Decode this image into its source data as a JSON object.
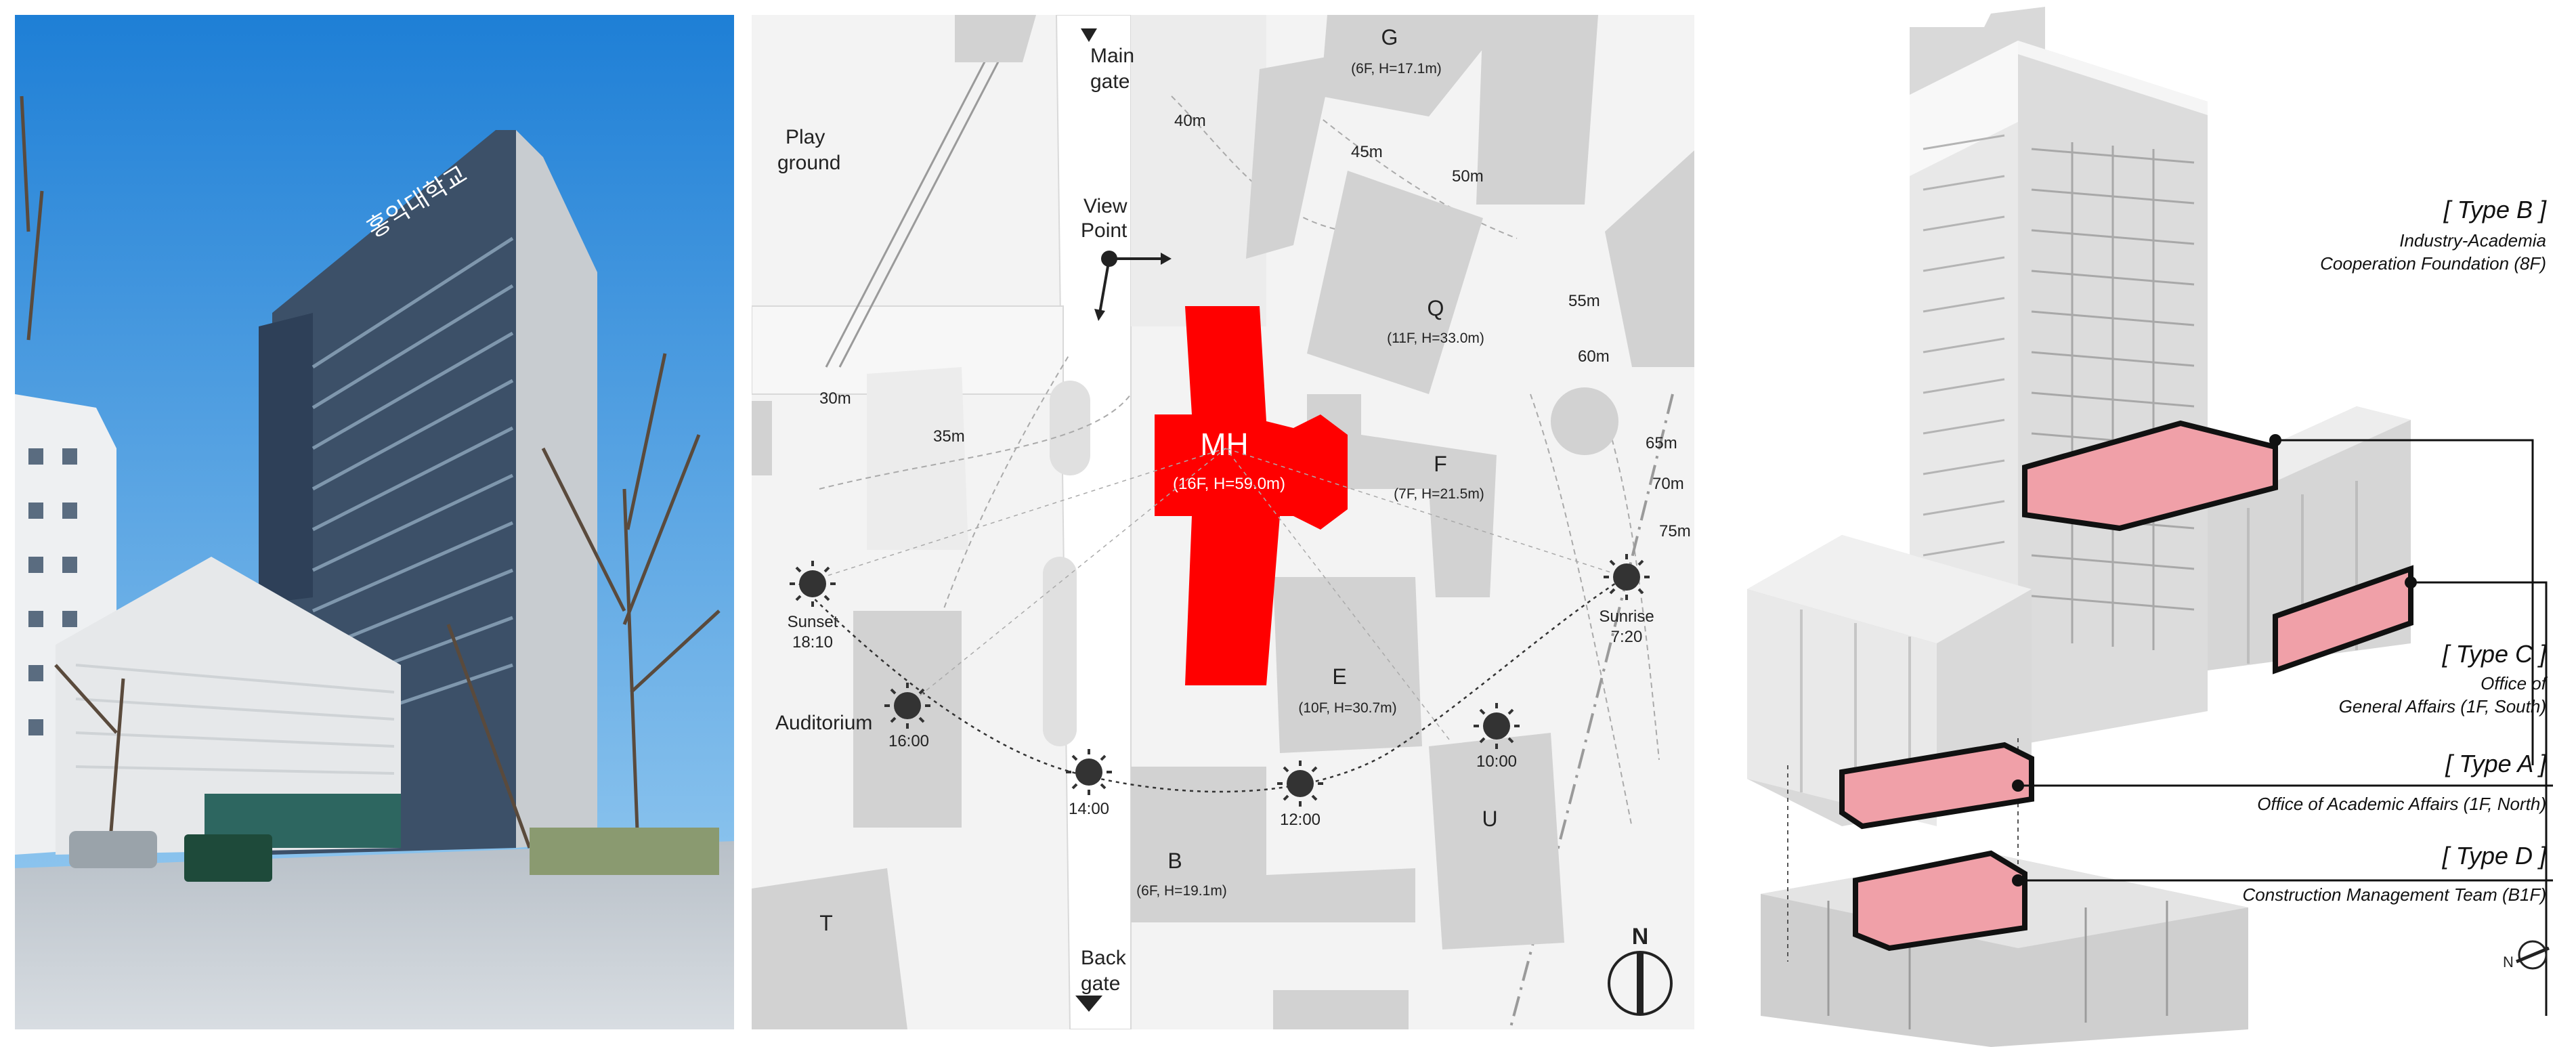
{
  "photo": {
    "sign_text": "홍익대학교"
  },
  "map": {
    "labels": {
      "main_gate": [
        "Main",
        "gate"
      ],
      "back_gate": [
        "Back",
        "gate"
      ],
      "playground": [
        "Play",
        "ground"
      ],
      "view_point": [
        "View",
        "Point"
      ],
      "auditorium": "Auditorium"
    },
    "buildings": {
      "G": {
        "name": "G",
        "info": "(6F, H=17.1m)"
      },
      "Q": {
        "name": "Q",
        "info": "(11F, H=33.0m)"
      },
      "MH": {
        "name": "MH",
        "info": "(16F, H=59.0m)"
      },
      "F": {
        "name": "F",
        "info": "(7F, H=21.5m)"
      },
      "E": {
        "name": "E",
        "info": "(10F, H=30.7m)"
      },
      "B": {
        "name": "B",
        "info": "(6F, H=19.1m)"
      },
      "U": {
        "name": "U"
      },
      "T": {
        "name": "T"
      }
    },
    "contours": [
      "30m",
      "35m",
      "40m",
      "45m",
      "50m",
      "55m",
      "60m",
      "65m",
      "70m",
      "75m"
    ],
    "sun": {
      "sunset": [
        "Sunset",
        "18:10"
      ],
      "sunrise": [
        "Sunrise",
        "7:20"
      ],
      "times": [
        "16:00",
        "14:00",
        "12:00",
        "10:00"
      ]
    },
    "north": "N"
  },
  "axo": {
    "type_b": {
      "title": "[ Type B ]",
      "lines": [
        "Industry-Academia",
        "Cooperation Foundation (8F)"
      ]
    },
    "type_c": {
      "title": "[ Type C ]",
      "lines": [
        "Office of",
        "General Affairs (1F, South)"
      ]
    },
    "type_a": {
      "title": "[ Type A ]",
      "lines": [
        "Office of Academic Affairs (1F, North)"
      ]
    },
    "type_d": {
      "title": "[ Type D ]",
      "lines": [
        "Construction Management Team (B1F)"
      ]
    },
    "north": "N"
  },
  "colors": {
    "highlight": "#ff0000",
    "room_fill": "#f0a0a8",
    "building_gray": "#d2d2d2"
  }
}
